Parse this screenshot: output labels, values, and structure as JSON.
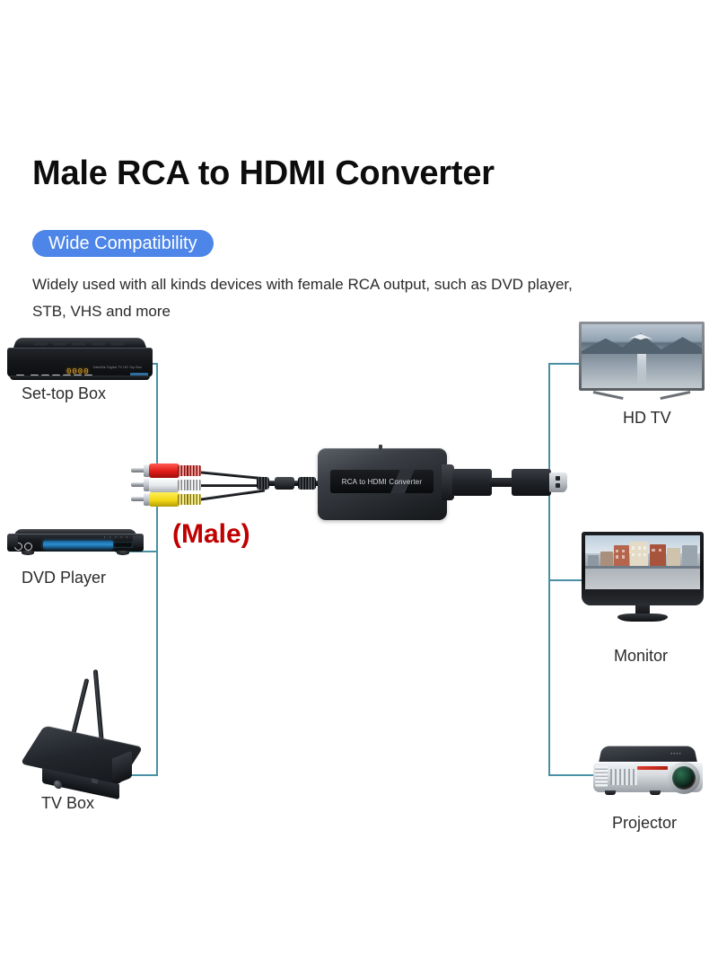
{
  "page": {
    "title": "Male RCA to HDMI Converter",
    "badge": "Wide Compatibility",
    "subtitle": "Widely used with all kinds devices with female RCA output, such as DVD player, STB, VHS and more",
    "background_color": "#ffffff",
    "badge_color": "#4d86e8",
    "connector_line_color": "#4a90a4",
    "title_color": "#0d0d0d",
    "male_tag_color": "#c00000"
  },
  "diagram": {
    "male_tag": "(Male)",
    "converter": {
      "label": "RCA to HDMI Converter",
      "rca_plugs": [
        {
          "name": "video-plug",
          "color": "#e8241d",
          "color_name": "red"
        },
        {
          "name": "audio-right-plug",
          "color": "#eef0f2",
          "color_name": "white"
        },
        {
          "name": "audio-left-plug",
          "color": "#f4dd18",
          "color_name": "yellow"
        }
      ],
      "output": "HDMI"
    },
    "sources": [
      {
        "id": "set-top-box",
        "label": "Set-top Box",
        "display": "0000"
      },
      {
        "id": "dvd-player",
        "label": "DVD Player"
      },
      {
        "id": "tv-box",
        "label": "TV Box"
      }
    ],
    "outputs": [
      {
        "id": "hd-tv",
        "label": "HD TV"
      },
      {
        "id": "monitor",
        "label": "Monitor"
      },
      {
        "id": "projector",
        "label": "Projector"
      }
    ]
  }
}
